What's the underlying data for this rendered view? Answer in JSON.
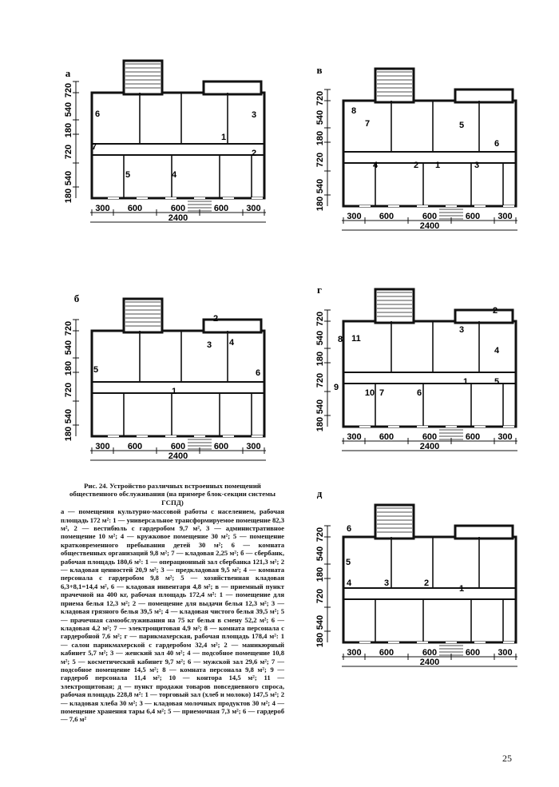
{
  "page_number": "25",
  "caption": {
    "title": "Рис. 24. Устройство различных встроенных помещений общественного обслуживания (на примере блок-секции системы ГСПД)",
    "body": "а — помещения культурно-массовой работы с населением, рабочая площадь 172 м²: 1 — универсальное трансформируемое помещение 82,3 м², 2 — вестибюль с гардеробом 9,7 м², 3 — административное помещение 10 м²; 4 — кружковое помещение 30 м²; 5 — помещение кратковременного пребывания детей 30 м²; 6 — комната общественных организаций 9,8 м²; 7 — кладовая 2,25 м²; б — сбербанк, рабочая площадь 180,6 м²: 1 — операционный зал сбербанка 121,3 м²; 2 — кладовая ценностей 20,9 м²; 3 — предкладовая 9,5 м²; 4 — комната персонала с гардеробом 9,8 м²; 5 — хозяйственная кладовая 6,3+8,1=14,4 м², 6 — кладовая инвентаря 4,8 м²; в — приемный пункт прачечной на 400 кг, рабочая площадь 172,4 м²: 1 — помещение для приема белья 12,3 м²; 2 — помещение для выдачи белья 12,3 м²; 3 — кладовая грязного белья 39,5 м²; 4 — кладовая чистого белья 39,5 м²; 5 — прачечная самообслуживания на 75 кг белья в смену 52,2 м²; 6 — кладовая 4,2 м²; 7 — электрощитовая 4,9 м²; 8 — комната персонала с гардеробной 7,6 м²; г — парикмахерская, рабочая площадь 178,4 м²: 1 — салон парикмахерской с гардеробом 32,4 м²; 2 — маникюрный кабинет 5,7 м²; 3 — женский зал 40 м²; 4 — подсобное помещение 10,8 м²; 5 — косметический кабинет 9,7 м²; 6 — мужской зал 29,6 м²; 7 — подсобное помещение 14,5 м²; 8 — комната персонала 9,8 м²; 9 — гардероб персонала 11,4 м²; 10 — контора 14,5 м²; 11 — электрощитовая; д — пункт продажи товаров повседневного спроса, рабочая площадь 228,8 м²: 1 — торговый зал (хлеб и молоко) 147,5 м²; 2 — кладовая хлеба 30 м²; 3 — кладовая молочных продуктов 30 м²; 4 — помещение хранения тары 6,4 м²; 5 — приемочная 7,3 м²; 6 — гардероб — 7,6 м²"
  },
  "plans": [
    {
      "label": "а",
      "rooms": [
        "1",
        "2",
        "3",
        "4",
        "5",
        "6",
        "7"
      ],
      "dims_vertical": [
        "720",
        "540",
        "180",
        "720",
        "540",
        "180"
      ],
      "dims_horizontal": [
        "300",
        "600",
        "600",
        "600",
        "300"
      ],
      "total_width": "2400"
    },
    {
      "label": "в",
      "rooms": [
        "1",
        "2",
        "3",
        "4",
        "5",
        "6",
        "7",
        "8"
      ],
      "dims_vertical": [
        "720",
        "540",
        "180",
        "720",
        "540",
        "180"
      ],
      "dims_horizontal": [
        "300",
        "600",
        "600",
        "600",
        "300"
      ],
      "total_width": "2400"
    },
    {
      "label": "б",
      "rooms": [
        "1",
        "2",
        "3",
        "4",
        "5",
        "6"
      ],
      "dims_vertical": [
        "720",
        "540",
        "180",
        "720",
        "540",
        "180"
      ],
      "dims_horizontal": [
        "300",
        "600",
        "600",
        "600",
        "300"
      ],
      "total_width": "2400"
    },
    {
      "label": "г",
      "rooms": [
        "1",
        "2",
        "3",
        "4",
        "5",
        "6",
        "7",
        "8",
        "9",
        "10",
        "11"
      ],
      "dims_vertical": [
        "720",
        "540",
        "180",
        "720",
        "540",
        "180"
      ],
      "dims_horizontal": [
        "300",
        "600",
        "600",
        "600",
        "300"
      ],
      "total_width": "2400"
    },
    {
      "label": "д",
      "rooms": [
        "1",
        "2",
        "3",
        "4",
        "5",
        "6"
      ],
      "dims_vertical": [
        "720",
        "540",
        "180",
        "720",
        "540",
        "180"
      ],
      "dims_horizontal": [
        "300",
        "600",
        "600",
        "600",
        "300"
      ],
      "total_width": "2400"
    }
  ]
}
